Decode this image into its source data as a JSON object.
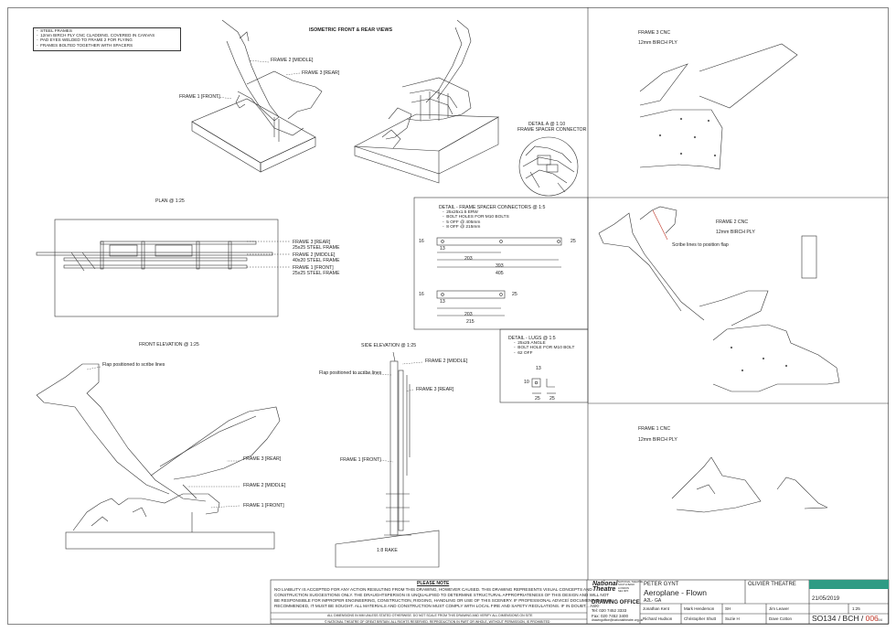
{
  "notes": [
    "STEEL FRAMES",
    "12mm BIRCH PLY CNC CLADDING, COVERED IN CANVAS",
    "PAD EYES WELDED TO FRAME 2 FOR FLYING",
    "FRAMES BOLTED TOGETHER WITH SPACERS"
  ],
  "iso": {
    "title": "ISOMETRIC FRONT & REAR VIEWS",
    "frame1": "FRAME 1 [FRONT]",
    "frame2": "FRAME 2 [MIDDLE]",
    "frame3": "FRAME 3 [REAR]"
  },
  "detail_a": {
    "title": "DETAIL A @ 1:10",
    "subtitle": "FRAME SPACER CONNECTOR"
  },
  "plan": {
    "title": "PLAN @ 1:25",
    "labels": [
      "FRAME 3 [REAR]",
      "25x25 STEEL FRAME",
      "FRAME 2 [MIDDLE]",
      "40x20 STEEL FRAME",
      "FRAME 1 [FRONT]",
      "25x25 STEEL FRAME"
    ]
  },
  "spacer_detail": {
    "title": "DETAIL - FRAME SPACER CONNECTORS @ 1:5",
    "items": [
      "25x25x1.5 ERW",
      "BOLT HOLES FOR M10 BOLTS",
      "5 OFF @ 405mm",
      "8 OFF @ 215mm"
    ],
    "dims": {
      "d16a": "16",
      "d13a": "13",
      "d25a": "25",
      "d203a": "203",
      "d393": "393",
      "d405": "405",
      "d16b": "16",
      "d13b": "13",
      "d25b": "25",
      "d203b": "203",
      "d215": "215"
    }
  },
  "lugs_detail": {
    "title": "DETAIL - LUGS @ 1:5",
    "items": [
      "25x25 ANGLE",
      "BOLT HOLE FOR M10 BOLT",
      "62 OFF"
    ],
    "dims": {
      "d13": "13",
      "d10": "10",
      "d25a": "25",
      "d25b": "25"
    }
  },
  "front_elev": {
    "title": "FRONT ELEVATION @ 1:25",
    "flap": "Flap positioned to scribe lines",
    "frame3": "FRAME 3 [REAR]",
    "frame2": "FRAME 2 [MIDDLE]",
    "frame1": "FRAME 1 [FRONT]"
  },
  "side_elev": {
    "title": "SIDE ELEVATION @ 1:25",
    "flap": "Flap positioned to scribe lines",
    "frame2": "FRAME 2 [MIDDLE]",
    "frame3": "FRAME 3 [REAR]",
    "frame1": "FRAME 1 [FRONT]",
    "rake": "1:8 RAKE"
  },
  "cnc": {
    "f3_title": "FRAME 3 CNC",
    "f3_mat": "12mm BIRCH PLY",
    "f2_title": "FRAME 2 CNC",
    "f2_mat": "12mm BIRCH PLY",
    "f2_note": "Scribe lines to position flap",
    "f1_title": "FRAME 1 CNC",
    "f1_mat": "12mm BIRCH PLY"
  },
  "disclaimer": {
    "heading": "PLEASE NOTE",
    "body1": "NO LIABILITY IS ACCEPTED FOR ANY ACTION RESULTING FROM THIS DRAWING, HOWEVER CAUSED.  THIS DRAWING REPRESENTS VISUAL CONCEPTS AND",
    "body2": "CONSTRUCTION SUGGESTIONS ONLY.  THE DRAUGHTSPERSON IS UNQUALIFIED TO DETERMINE STRUCTURAL APPROPRIATENESS OF THIS DESIGN AND WILL NOT",
    "body3": "BE RESPONSIBLE FOR IMPROPER ENGINEERING, CONSTRUCTION, RIGGING, HANDLING OR USE OF THIS SCENERY.  IF PROFESSIONAL ADVICE/ DOCUMENTATION IS",
    "body4": "RECOMMENDED, IT MUST BE SOUGHT.  ALL MATERIALS AND CONSTRUCTION MUST COMPLY WITH LOCAL FIRE AND SAFETY REGULATIONS.  IF IN DOUBT... ASK!",
    "dims_note": "ALL DIMENSIONS IN MM UNLESS STATED OTHERWISE.  DO NOT SCALE FROM THIS DRAWING AND VERIFY ALL DIMENSIONS ON SITE",
    "copyright": "© NATIONAL THEATRE OF GREAT BRITAIN. ALL RIGHTS RESERVED.  REPRODUCTION IN PART OR WHOLE, WITHOUT PERMISSION, IS PROHIBITED"
  },
  "titleblock": {
    "org_line1": "National",
    "org_line2": "Theatre",
    "address": [
      "NATIONAL THEATRE",
      "SOUTH BANK",
      "LONDON",
      "SE1 9PX"
    ],
    "office": "DRAWING OFFICE",
    "tel": "Tel:  020 7452 3333",
    "fax": "Fax:  020 7452 3400",
    "email": "drawingoffice@nationaltheatre.org.uk",
    "production": "PETER GYNT",
    "title": "Aeroplane - Flown",
    "subtitle": "A2L- GA",
    "theatre": "OLIVIER THEATRE",
    "people": [
      "Jonathan Kent",
      "Mark Henderson",
      "SH",
      "Jim Leaver",
      "Richard Hudson",
      "Christopher Shutt",
      "Suzie H",
      "Dave Cotton"
    ],
    "date": "21/05/2019",
    "scale": "1:25",
    "drawing_no_main": "SO134 / BCH / ",
    "drawing_no_rev": "006",
    "sheet": "1/4"
  },
  "colors": {
    "line": "#333333",
    "accent_green": "#2e9b84",
    "rev_red": "#c0392b"
  }
}
